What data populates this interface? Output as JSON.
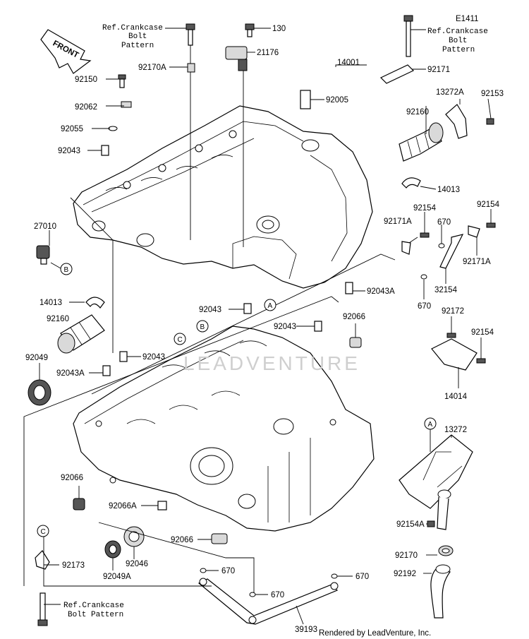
{
  "diagram_code": "E1411",
  "credit": "Rendered by LeadVenture, Inc.",
  "watermark": "LEADVENTURE",
  "front_label": "FRONT",
  "ref_upper_left": [
    "Ref.Crankcase",
    "Bolt",
    "Pattern"
  ],
  "ref_upper_right": [
    "Ref.Crankcase",
    "Bolt",
    "Pattern"
  ],
  "ref_lower": [
    "Ref.Crankcase",
    "Bolt Pattern"
  ],
  "callouts": {
    "A": "A",
    "B": "B",
    "C": "C"
  },
  "parts": {
    "p130": "130",
    "p21176": "21176",
    "p14001": "14001",
    "p92170A": "92170A",
    "p92171": "92171",
    "p13272A": "13272A",
    "p92153": "92153",
    "p92150": "92150",
    "p92062": "92062",
    "p92005": "92005",
    "p92055": "92055",
    "p92160_top": "92160",
    "p92043_top": "92043",
    "p14013_top": "14013",
    "p27010": "27010",
    "p92154_a": "92154",
    "p92154_b": "92154",
    "p92171A_a": "92171A",
    "p670_a": "670",
    "p92171A_b": "92171A",
    "p32154": "32154",
    "p670_b": "670",
    "p92043A_mid": "92043A",
    "p14013_mid": "14013",
    "p92043_mid": "92043",
    "p92043_mid2": "92043",
    "p92066_mid": "92066",
    "p92172": "92172",
    "p92160_mid": "92160",
    "p92154_c": "92154",
    "p92049": "92049",
    "p92043_low": "92043",
    "p92043A_low": "92043A",
    "p14014": "14014",
    "p13272": "13272",
    "p92066_low": "92066",
    "p92066A": "92066A",
    "p92154A": "92154A",
    "p92066_bot": "92066",
    "p92170": "92170",
    "p92173": "92173",
    "p92046": "92046",
    "p92049A": "92049A",
    "p92192": "92192",
    "p670_c": "670",
    "p670_d": "670",
    "p670_e": "670",
    "p39193": "39193"
  }
}
